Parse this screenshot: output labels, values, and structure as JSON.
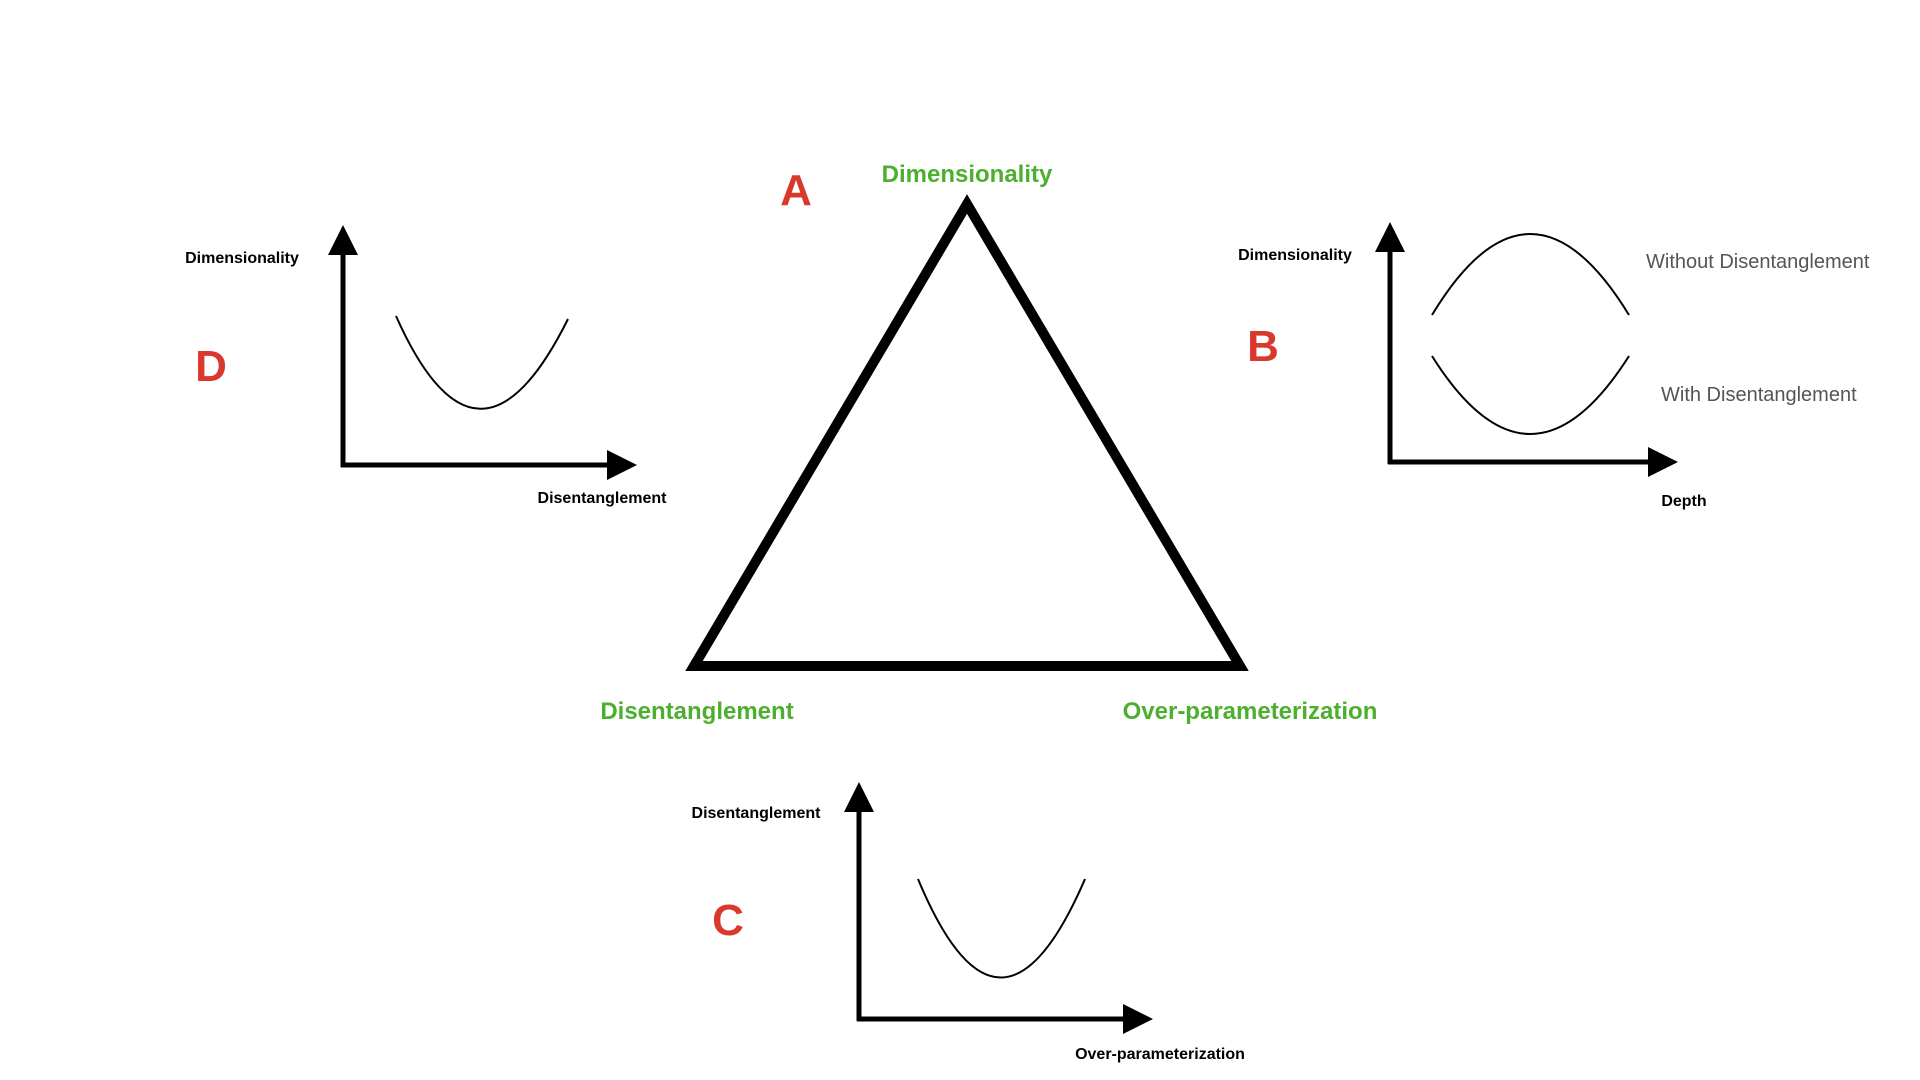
{
  "colors": {
    "panel_letter": "#d9382c",
    "vertex_label": "#4caf2e",
    "axis": "#000000",
    "curve_label": "#555555"
  },
  "triangle": {
    "panel_letter": "A",
    "vertices": {
      "top": "Dimensionality",
      "left": "Disentanglement",
      "right": "Over-parameterization"
    }
  },
  "panel_b": {
    "letter": "B",
    "y_label": "Dimensionality",
    "x_label": "Depth",
    "curves": {
      "upper": "Without Disentanglement",
      "lower": "With Disentanglement"
    }
  },
  "panel_c": {
    "letter": "C",
    "y_label": "Disentanglement",
    "x_label": "Over-parameterization"
  },
  "panel_d": {
    "letter": "D",
    "y_label": "Dimensionality",
    "x_label": "Disentanglement"
  }
}
